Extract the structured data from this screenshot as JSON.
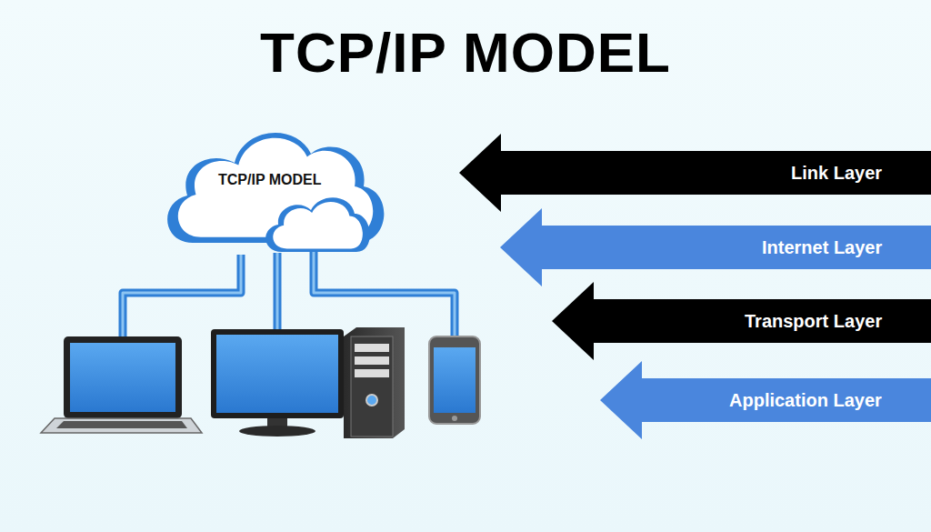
{
  "diagram": {
    "title": "TCP/IP MODEL",
    "nodes": [
      {
        "text": [
          "TCP/IP MODEL"
        ]
      },
      {
        "text": [
          "Link Layer"
        ]
      },
      {
        "text": [
          "Internet Layer"
        ]
      },
      {
        "text": [
          "Transport Layer"
        ]
      },
      {
        "text": [
          "Application Layer"
        ]
      }
    ]
  }
}
